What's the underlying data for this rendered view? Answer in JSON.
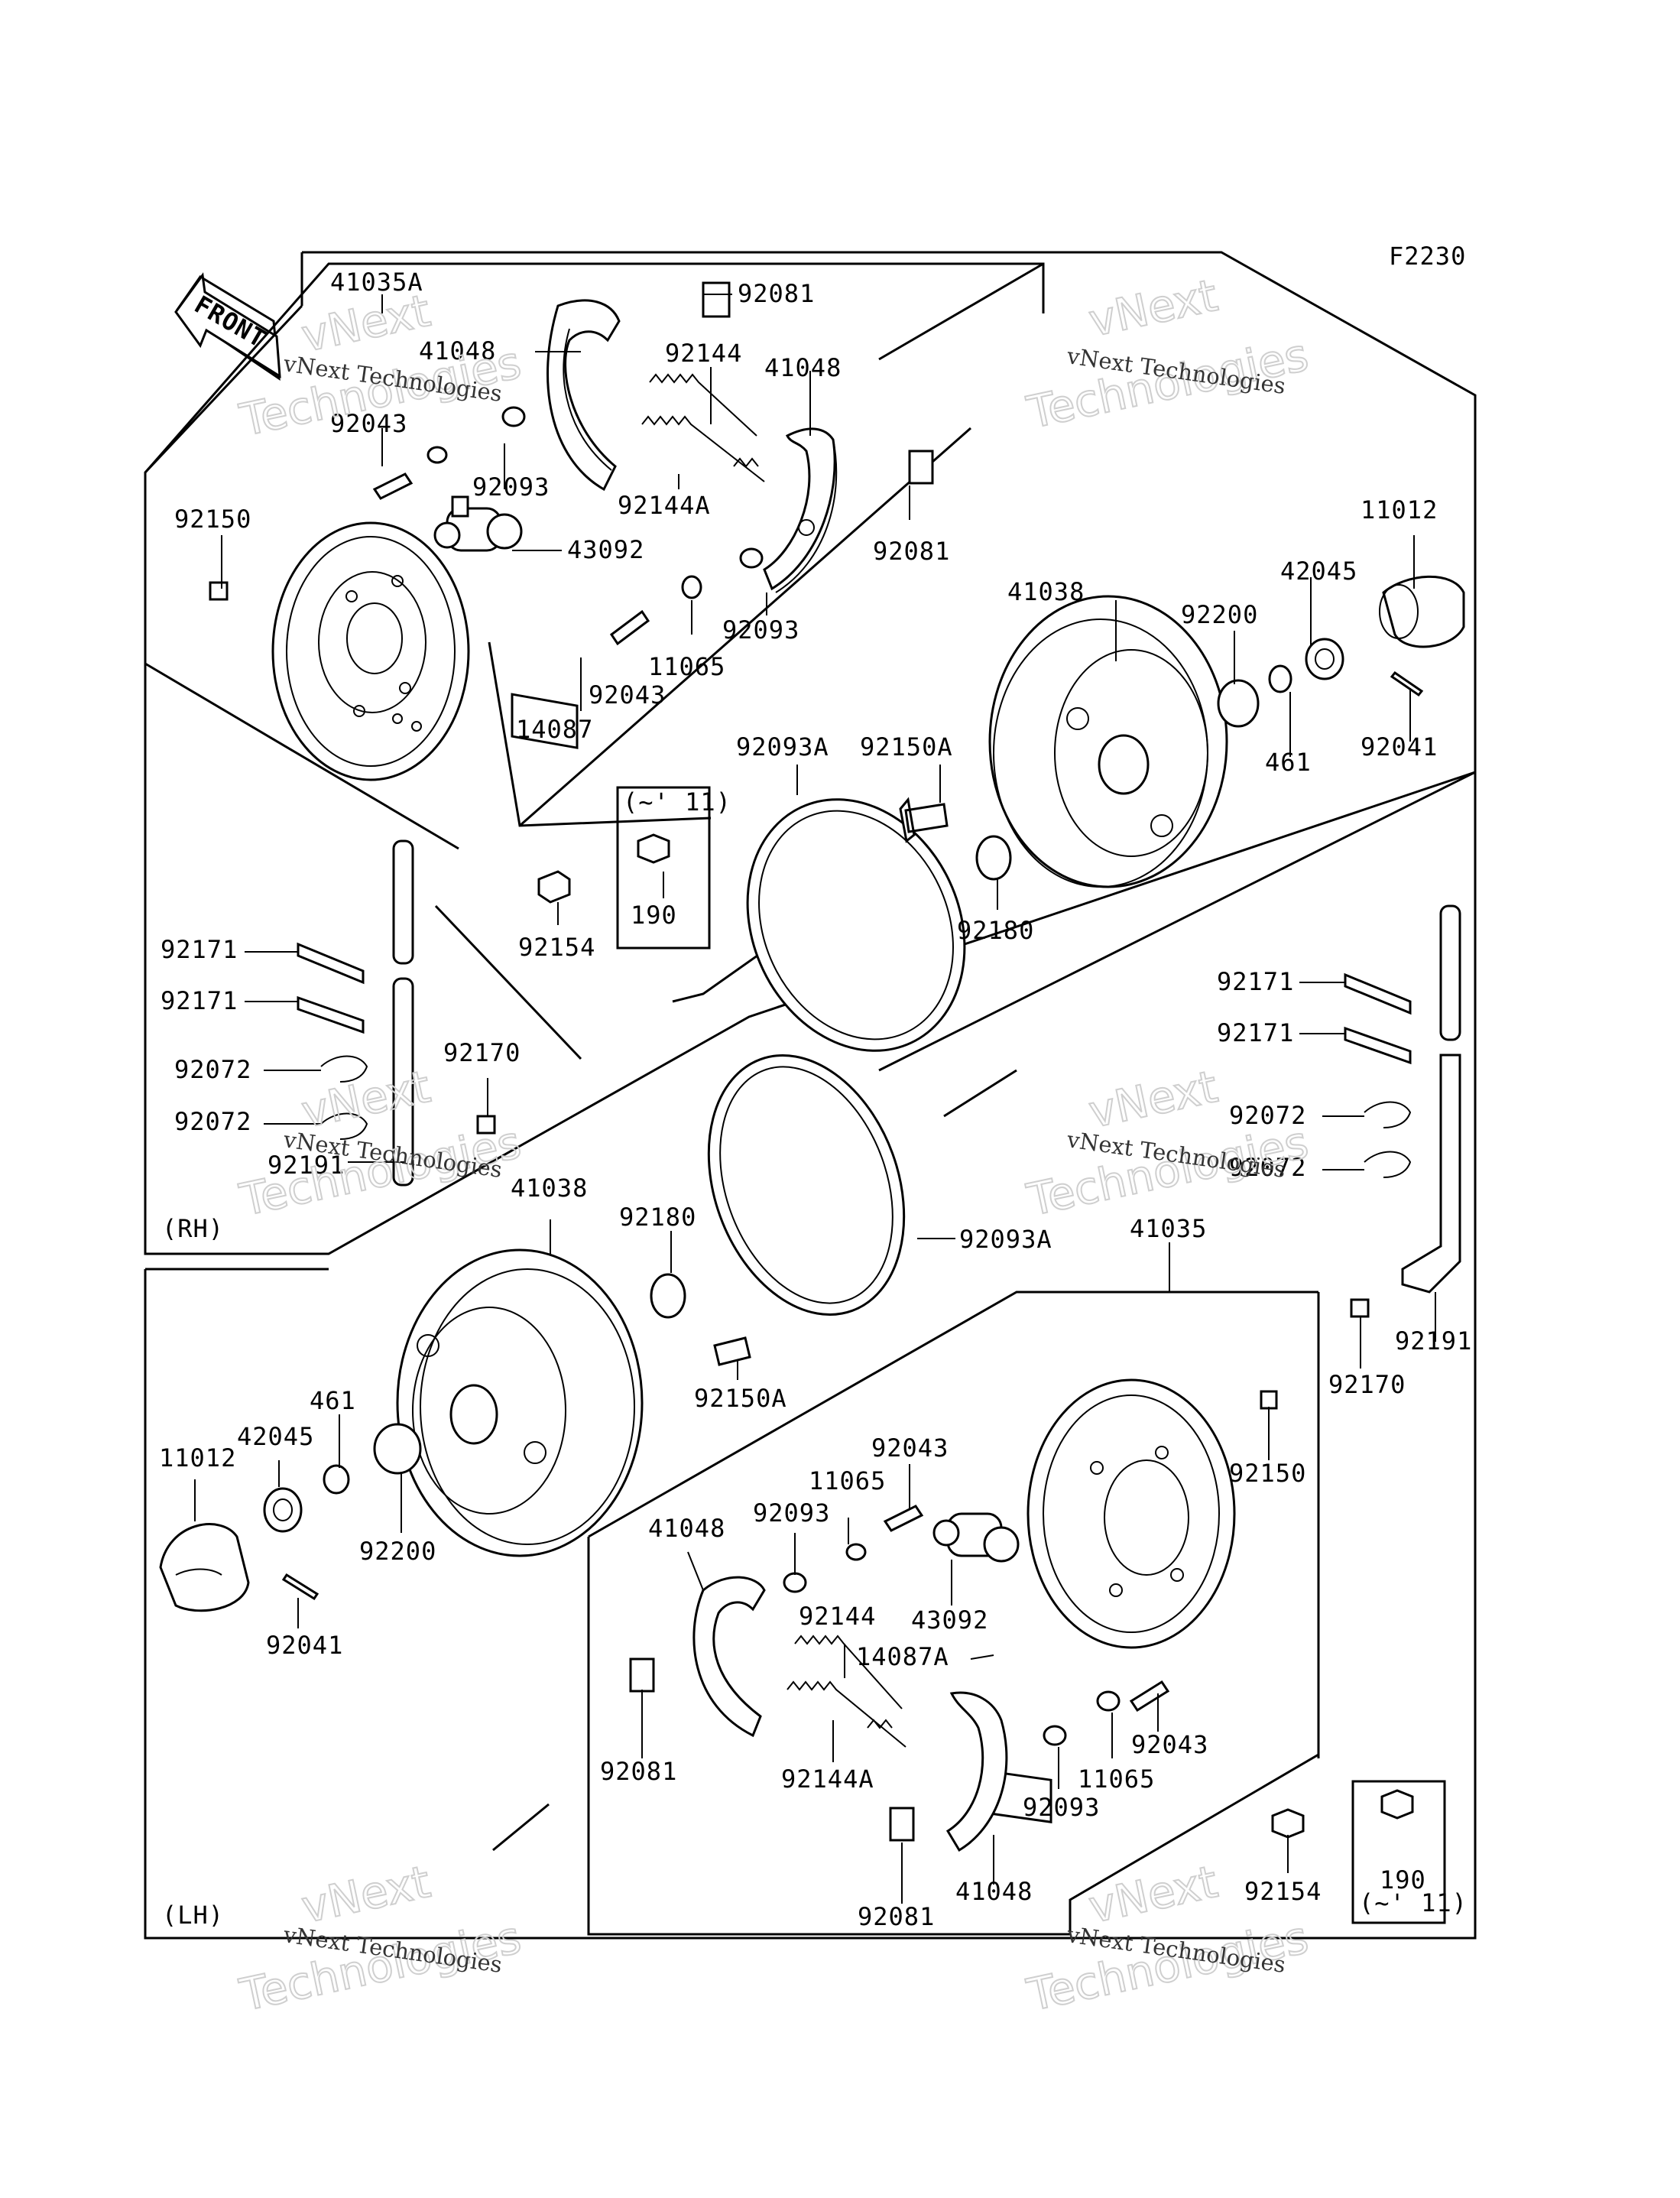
{
  "figure_code": "F2230",
  "front_arrow_label": "FRONT",
  "section_labels": {
    "rh": "(RH)",
    "lh": "(LH)"
  },
  "watermark": {
    "brand": "vNext",
    "word": "Technologies",
    "line": "vNext Technologies"
  },
  "variant_note": "(~' 11)",
  "parts": {
    "p41035A": "41035A",
    "p41048_rh_a": "41048",
    "p92081_rh_a": "92081",
    "p92144_rh": "92144",
    "p41048_rh_b": "41048",
    "p92043_rh_a": "92043",
    "p92093_rh_a": "92093",
    "p92144A_rh": "92144A",
    "p92150_rh": "92150",
    "p43092_rh": "43092",
    "p92081_rh_b": "92081",
    "p92093_rh_b": "92093",
    "p11065_rh": "11065",
    "p92043_rh_b": "92043",
    "p14087": "14087",
    "p11012_rh": "11012",
    "p42045_rh": "42045",
    "p41038_rh": "41038",
    "p92200_rh": "92200",
    "p461_rh": "461",
    "p92041_rh": "92041",
    "p92093A_rh": "92093A",
    "p92150A_rh": "92150A",
    "p190_rh": "190",
    "p92154_rh": "92154",
    "p92180_rh": "92180",
    "p92171_l1": "92171",
    "p92171_l2": "92171",
    "p92072_l1": "92072",
    "p92072_l2": "92072",
    "p92191_l": "92191",
    "p92170_l": "92170",
    "p92171_r1": "92171",
    "p92171_r2": "92171",
    "p92072_r1": "92072",
    "p92072_r2": "92072",
    "p41038_lh": "41038",
    "p92180_lh": "92180",
    "p92093A_lh": "92093A",
    "p41035": "41035",
    "p92191_r": "92191",
    "p92170_r": "92170",
    "p92150A_lh": "92150A",
    "p461_lh": "461",
    "p42045_lh": "42045",
    "p11012_lh": "11012",
    "p92200_lh": "92200",
    "p92041_lh": "92041",
    "p92043_lh_a": "92043",
    "p11065_lh_a": "11065",
    "p92093_lh_a": "92093",
    "p41048_lh_a": "41048",
    "p92150_lh": "92150",
    "p43092_lh": "43092",
    "p92144_lh": "92144",
    "p14087A": "14087A",
    "p92081_lh_a": "92081",
    "p92043_lh_b": "92043",
    "p92144A_lh": "92144A",
    "p11065_lh_b": "11065",
    "p92093_lh_b": "92093",
    "p92154_lh": "92154",
    "p190_lh": "190",
    "p92081_lh_b": "92081",
    "p41048_lh_b": "41048"
  }
}
